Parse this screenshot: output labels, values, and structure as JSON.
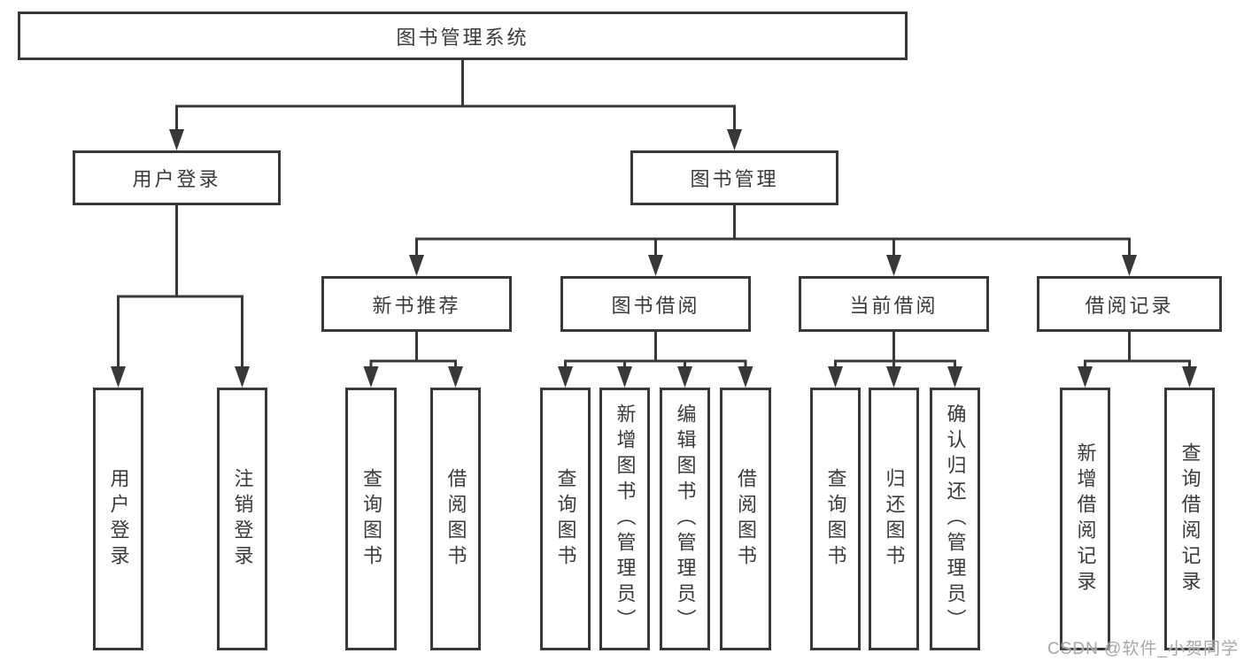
{
  "tree": {
    "root": "图书管理系统",
    "branches": [
      {
        "label": "用户登录",
        "leaves": [
          "用户登录",
          "注销登录"
        ]
      },
      {
        "label": "图书管理",
        "groups": [
          {
            "label": "新书推荐",
            "leaves": [
              "查询图书",
              "借阅图书"
            ]
          },
          {
            "label": "图书借阅",
            "leaves": [
              "查询图书",
              "新增图书（管理员）",
              "编辑图书（管理员）",
              "借阅图书"
            ]
          },
          {
            "label": "当前借阅",
            "leaves": [
              "查询图书",
              "归还图书",
              "确认归还（管理员）"
            ]
          },
          {
            "label": "借阅记录",
            "leaves": [
              "新增借阅记录",
              "查询借阅记录"
            ]
          }
        ]
      }
    ]
  },
  "watermark": {
    "text": "CSDN @软件_小贺同学"
  },
  "colors": {
    "line": "#383838",
    "text": "#3a3a3a",
    "watermark": "#a6a6a6",
    "background": "#ffffff"
  }
}
